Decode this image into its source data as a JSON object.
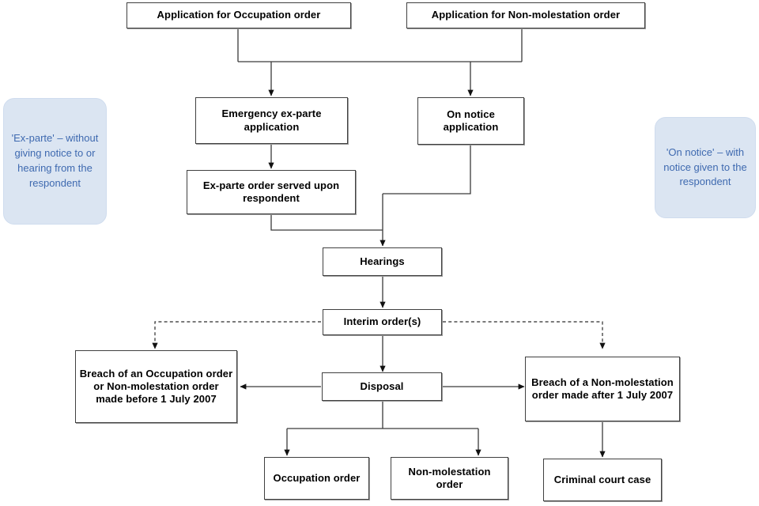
{
  "diagram": {
    "title": "Domestic violence order application process flowchart",
    "colors": {
      "box_border": "#404040",
      "box_fill": "#ffffff",
      "box_text": "#000000",
      "note_fill": "#dbe5f2",
      "note_text": "#3f6ab0",
      "connector": "#3a3a3a"
    },
    "nodes": {
      "application_occupation": "Application for Occupation order",
      "application_nonmolestation": "Application for Non-molestation order",
      "emergency_exparte": "Emergency ex-parte application",
      "on_notice": "On notice application",
      "exparte_served": "Ex-parte order served upon respondent",
      "hearings": "Hearings",
      "interim_orders": "Interim order(s)",
      "breach_before_2007": "Breach of an Occupation order or Non-molestation order made before 1 July 2007",
      "disposal": "Disposal",
      "breach_after_2007": "Breach of a Non-molestation order made after 1 July 2007",
      "occupation_order": "Occupation order",
      "nonmolestation_order": "Non-molestation order",
      "criminal_court_case": "Criminal court case"
    },
    "notes": {
      "ex_parte_note": "'Ex-parte' – without giving notice to or hearing from the respondent",
      "on_notice_note": "'On notice' – with notice given to the respondent"
    }
  }
}
